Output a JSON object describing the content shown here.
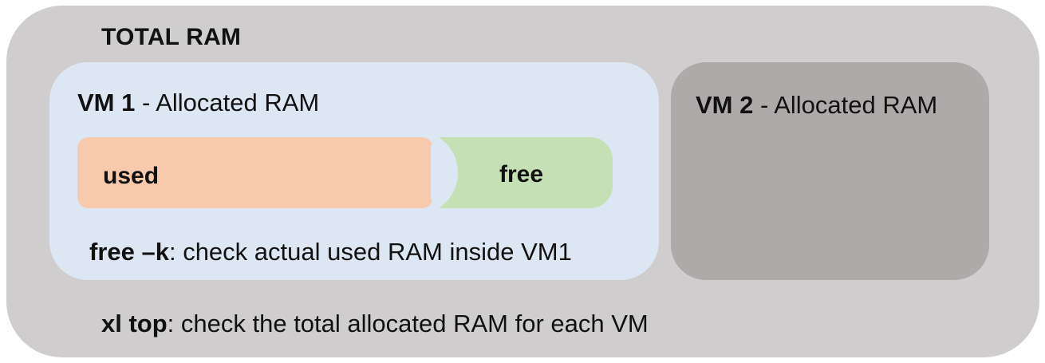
{
  "title": "TOTAL RAM",
  "vm1": {
    "name": "VM 1",
    "suffix": " - Allocated RAM",
    "used_label": "used",
    "free_label": "free",
    "command": "free –k",
    "command_desc": ": check actual used RAM inside VM1"
  },
  "vm2": {
    "name": "VM 2",
    "suffix": " - Allocated RAM"
  },
  "total": {
    "command": "xl top",
    "command_desc": ": check the total allocated RAM for each VM"
  },
  "colors": {
    "total_bg": "#d0cdce",
    "vm1_bg": "#dde7f4",
    "vm2_bg": "#aeaaa9",
    "used": "#f7caae",
    "free": "#c6e0b5"
  }
}
